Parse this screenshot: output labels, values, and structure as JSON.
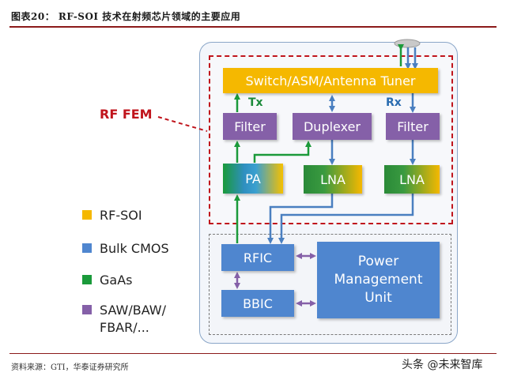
{
  "header": {
    "figure_title": "图表20： RF-SOI 技术在射频芯片领域的主要应用"
  },
  "diagram": {
    "rf_fem_label": "RF FEM",
    "tx_label": "Tx",
    "rx_label": "Rx",
    "blocks": {
      "switch": "Switch/ASM/Antenna Tuner",
      "filter_left": "Filter",
      "duplexer": "Duplexer",
      "filter_right": "Filter",
      "pa": "PA",
      "lna_mid": "LNA",
      "lna_right": "LNA",
      "rfic": "RFIC",
      "bbic": "BBIC",
      "pmu_line1": "Power",
      "pmu_line2": "Management",
      "pmu_line3": "Unit"
    },
    "colors": {
      "rf_soi": "#f5b800",
      "bulk_cmos": "#4f86cf",
      "gaas": "#1a9a3a",
      "saw_baw": "#8560a8",
      "fem_border": "#c0141c",
      "tx_arrow": "#1b9a3a",
      "rx_arrow": "#4a7fc0"
    }
  },
  "legend": {
    "items": [
      {
        "label": "RF-SOI",
        "color": "#f5b800"
      },
      {
        "label": "Bulk CMOS",
        "color": "#4f86cf"
      },
      {
        "label": "GaAs",
        "color": "#1a9a3a"
      },
      {
        "label": "SAW/BAW/",
        "label2": "FBAR/...",
        "color": "#8560a8"
      }
    ]
  },
  "footer": {
    "source": "资料来源：GTI，华泰证券研究所",
    "watermark": "头条 @未来智库"
  }
}
